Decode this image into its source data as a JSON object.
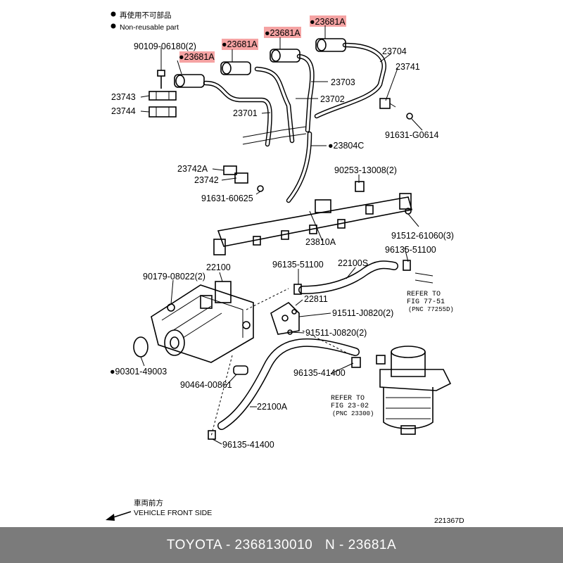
{
  "legend": {
    "jp": "再使用不可部品",
    "en": "Non-reusable part",
    "bullet": "●"
  },
  "highlight_color": "#f5a3a3",
  "labels": {
    "p23681a_1": "●23681A",
    "p23681a_2": "●23681A",
    "p23681a_3": "●23681A",
    "p23681a_4": "●23681A",
    "p90109": "90109-06180(2)",
    "p23704": "23704",
    "p23741": "23741",
    "p23703": "23703",
    "p23702": "23702",
    "p23743": "23743",
    "p23744": "23744",
    "p23701": "23701",
    "p91631g": "91631-G0614",
    "p23804c": "●23804C",
    "p23742a": "23742A",
    "p23742": "23742",
    "p90253": "90253-13008(2)",
    "p91631_60625": "91631-60625",
    "p91512": "91512-61060(3)",
    "p23810a": "23810A",
    "p96135_top": "96135-51100",
    "p90179": "90179-08022(2)",
    "p22100": "22100",
    "p96135_mid": "96135-51100",
    "p22100s": "22100S",
    "p22811": "22811",
    "p91511_1": "91511-J0820(2)",
    "p91511_2": "91511-J0820(2)",
    "p90301": "●90301-49003",
    "p90464": "90464-00861",
    "p96135_41400a": "96135-41400",
    "p22100a": "22100A",
    "p96135_41400b": "96135-41400"
  },
  "refs": {
    "ref1_line1": "REFER TO",
    "ref1_line2": "FIG 77-51",
    "ref1_line3": "(PNC 77255D)",
    "ref2_line1": "REFER TO",
    "ref2_line2": "FIG 23-02",
    "ref2_line3": "(PNC 23300)"
  },
  "direction": {
    "jp": "車両前方",
    "en": "VEHICLE FRONT SIDE"
  },
  "diagram_code": "221367D",
  "footer": {
    "brand": "TOYOTA - 2368130010",
    "part": "N - 23681A"
  }
}
